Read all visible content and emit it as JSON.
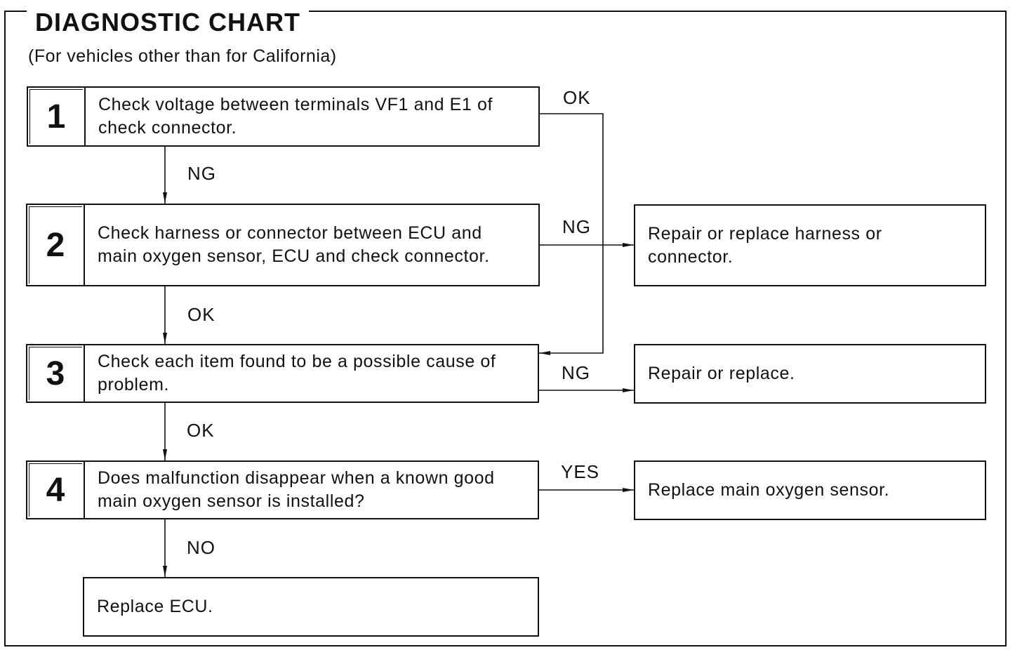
{
  "title": "DIAGNOSTIC CHART",
  "subtitle": "(For vehicles other than for California)",
  "steps": [
    {
      "num": "1",
      "text": "Check voltage between terminals VF1 and E1 of check connector."
    },
    {
      "num": "2",
      "text": "Check harness or connector between ECU and main oxygen sensor, ECU and check connector."
    },
    {
      "num": "3",
      "text": "Check each item found to be a possible cause of problem."
    },
    {
      "num": "4",
      "text": "Does malfunction disappear when a known good main oxygen sensor is installed?"
    }
  ],
  "results": {
    "step2_ng": "Repair or replace harness or connector.",
    "step3_ng": "Repair or replace.",
    "step4_yes": "Replace main oxygen sensor.",
    "step4_no": "Replace ECU."
  },
  "labels": {
    "s1_ok": "OK",
    "s1_ng": "NG",
    "s2_ng": "NG",
    "s2_ok": "OK",
    "s3_ng": "NG",
    "s3_ok": "OK",
    "s4_yes": "YES",
    "s4_no": "NO"
  }
}
